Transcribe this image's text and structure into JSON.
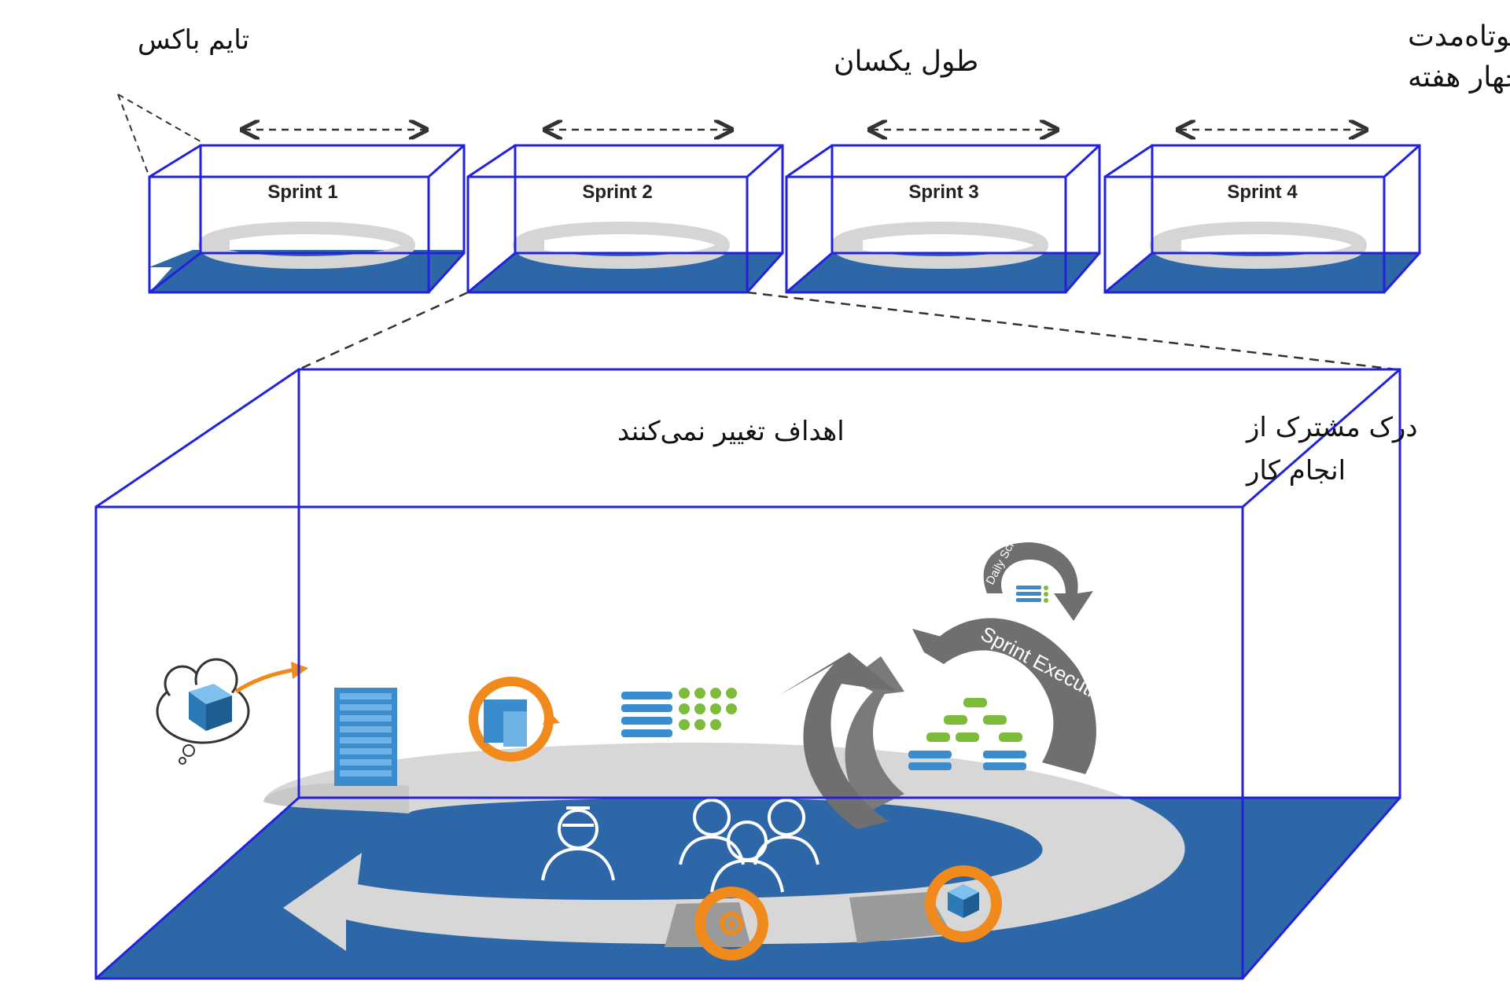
{
  "annotations": {
    "timebox": "تایم باکس",
    "equal_length": "طول یکسان",
    "short_duration_line1": "بازه‌ی کوتاه‌مدت",
    "short_duration_line2": "یک تا چهار  هفته",
    "goals_unchanged": "اهداف تغییر نمی‌کنند",
    "shared_understanding_line1": "درک مشترک از",
    "shared_understanding_line2": "انجام کار"
  },
  "sprints": [
    {
      "label": "Sprint 1"
    },
    {
      "label": "Sprint 2"
    },
    {
      "label": "Sprint 3"
    },
    {
      "label": "Sprint 4"
    }
  ],
  "detail": {
    "sprint_execution_label": "Sprint Execution",
    "daily_scrum_label": "Daily Scrum"
  },
  "colors": {
    "box_edge": "#2222dd",
    "floor": "#2e67a8",
    "cycle": "#d9d9d9",
    "cycle_dark": "#6f6f6f",
    "icon_blue": "#3a8ccc",
    "icon_orange": "#f08a1c",
    "icon_green": "#7dbb3a"
  }
}
